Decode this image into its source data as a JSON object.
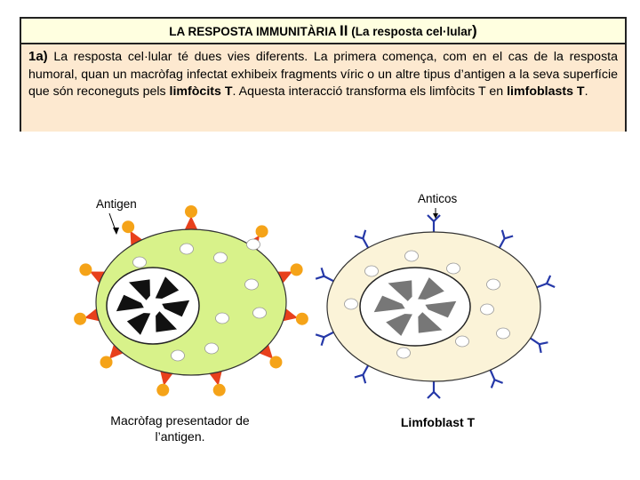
{
  "header": {
    "title_part1": "LA RESPOSTA IMMUNITÀRIA ",
    "title_numeral": "II",
    "title_part2": " (La resposta cel·lular",
    "title_paren": ")"
  },
  "body": {
    "tag": "1a)",
    "text_1": " La resposta cel·lular té dues vies diferents. La primera comença, com en el cas de la resposta humoral, quan un macròfag infectat exhibeix fragments víric o un altre tipus d’antigen a la seva superfície que són reconeguts pels ",
    "bold_1": "limfòcits T",
    "text_2": ".  Aquesta interacció transforma els limfòcits T en ",
    "bold_2": "limfoblasts T",
    "text_3": "."
  },
  "labels": {
    "antigen": "Antigen",
    "anticos": "Anticos",
    "macrophage_caption": "Macròfag presentador de l’antigen.",
    "lymphoblast_caption": "Limfoblast T"
  },
  "colors": {
    "macrophage_fill": "#d8f28a",
    "lymphoblast_fill": "#fbf3d8",
    "antigen_triangle": "#e8401c",
    "antigen_ball": "#f5a318",
    "receptor": "#2538a8",
    "nucleus_dark": "#111111",
    "nucleus_grey": "#777777"
  },
  "icons": {
    "antigen": "triangle-with-ball-icon",
    "receptor": "y-shaped-receptor-icon"
  }
}
